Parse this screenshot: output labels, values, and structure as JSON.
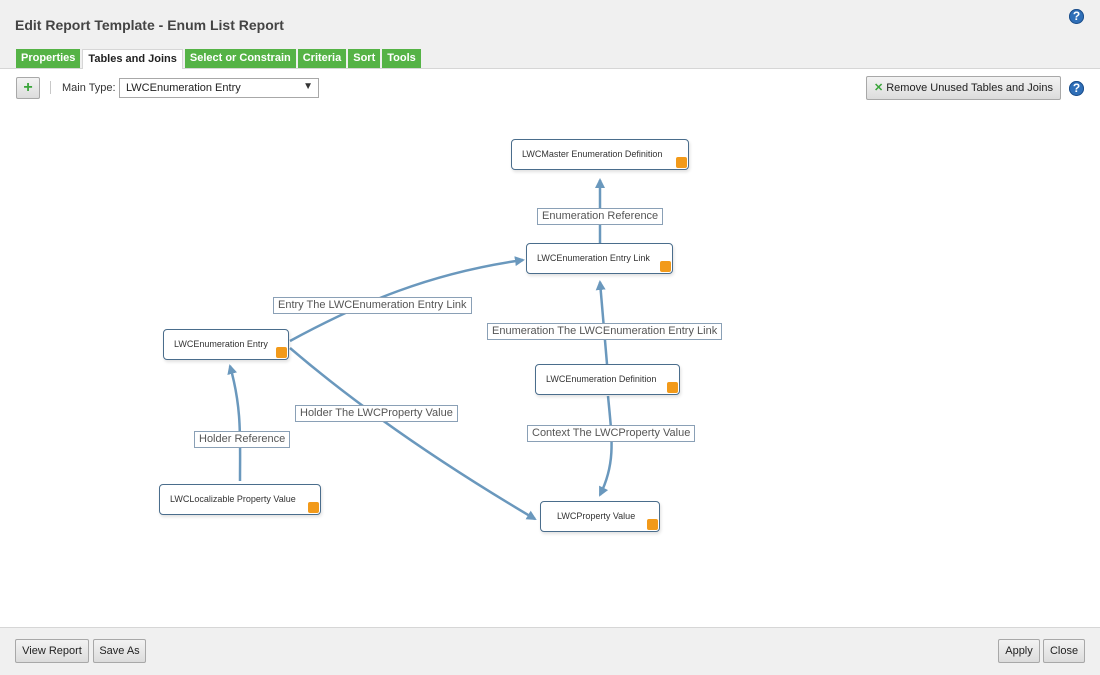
{
  "header": {
    "title": "Edit Report Template - Enum List Report",
    "help_icon": "?"
  },
  "tabs": [
    {
      "label": "Properties",
      "active": false
    },
    {
      "label": "Tables and Joins",
      "active": true
    },
    {
      "label": "Select or Constrain",
      "active": false
    },
    {
      "label": "Criteria",
      "active": false
    },
    {
      "label": "Sort",
      "active": false
    },
    {
      "label": "Tools",
      "active": false
    }
  ],
  "toolbar": {
    "add_icon": "+",
    "main_type_label": "Main Type:",
    "main_type_value": "LWCEnumeration Entry",
    "remove_label": "Remove Unused Tables and Joins",
    "remove_icon": "✕",
    "help_icon": "?"
  },
  "diagram": {
    "nodes": [
      {
        "id": "master",
        "label": "LWCMaster Enumeration Definition"
      },
      {
        "id": "link",
        "label": "LWCEnumeration Entry Link"
      },
      {
        "id": "entry",
        "label": "LWCEnumeration Entry"
      },
      {
        "id": "def",
        "label": "LWCEnumeration Definition"
      },
      {
        "id": "loc",
        "label": "LWCLocalizable Property Value"
      },
      {
        "id": "prop",
        "label": "LWCProperty Value"
      }
    ],
    "joins": [
      {
        "label": "Enumeration Reference"
      },
      {
        "label": "Entry The LWCEnumeration Entry Link"
      },
      {
        "label": "Enumeration The LWCEnumeration Entry Link"
      },
      {
        "label": "Holder The LWCProperty Value"
      },
      {
        "label": "Context The LWCProperty Value"
      },
      {
        "label": "Holder Reference"
      }
    ],
    "colors": {
      "edge": "#6a98bd",
      "node_border": "#4a6d8c",
      "node_marker": "#f29a1a"
    }
  },
  "footer": {
    "view_report": "View Report",
    "save_as": "Save As",
    "apply": "Apply",
    "close": "Close"
  }
}
